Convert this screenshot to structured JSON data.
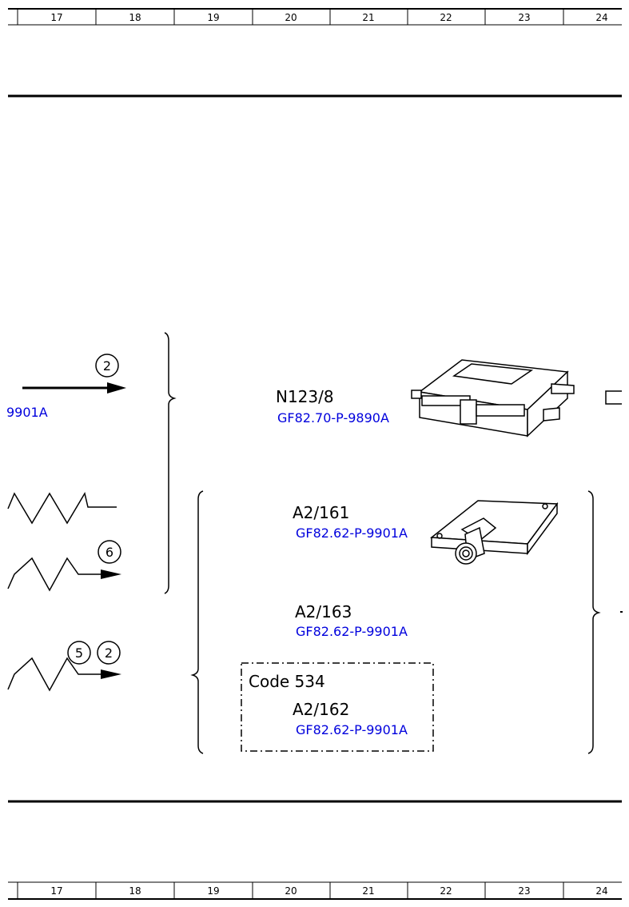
{
  "ruler": {
    "columns": [
      "17",
      "18",
      "19",
      "20",
      "21",
      "22",
      "23",
      "24"
    ]
  },
  "left_ref": "9901A",
  "connectors": {
    "c1": "2",
    "c2": "6",
    "c3": "5",
    "c4": "2"
  },
  "components": {
    "n123": {
      "label": "N123/8",
      "ref": "GF82.70-P-9890A"
    },
    "a2_161": {
      "label": "A2/161",
      "ref": "GF82.62-P-9901A"
    },
    "a2_163": {
      "label": "A2/163",
      "ref": "GF82.62-P-9901A"
    },
    "a2_162": {
      "label": "A2/162",
      "ref": "GF82.62-P-9901A"
    }
  },
  "code_box": {
    "label": "Code 534"
  },
  "icons": {
    "control_unit": "control-unit-icon",
    "antenna_module": "antenna-module-icon"
  }
}
